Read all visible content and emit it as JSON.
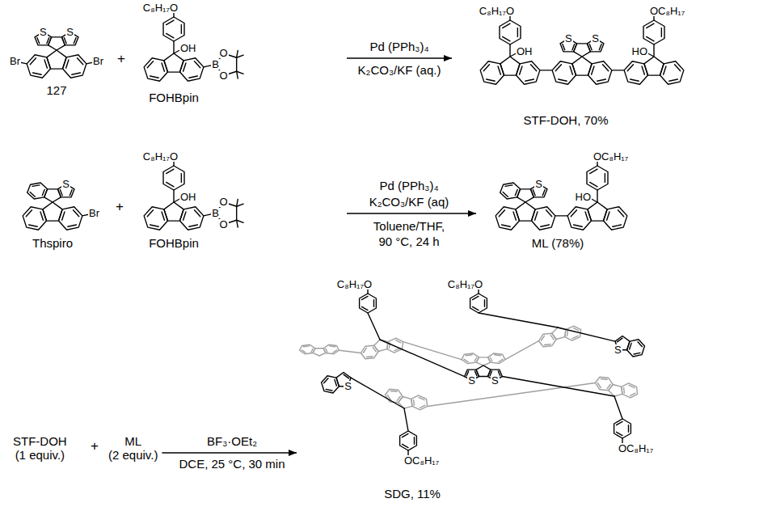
{
  "diagram": {
    "nodes": [
      {
        "text": [
          "127"
        ]
      },
      {
        "text": [
          "FOHBpin"
        ]
      },
      {
        "text": [
          "STF-DOH, 70%"
        ]
      },
      {
        "text": [
          "Thspiro"
        ]
      },
      {
        "text": [
          "FOHBpin"
        ]
      },
      {
        "text": [
          "ML (78%)"
        ]
      },
      {
        "text": [
          "STF-DOH",
          "(1 equiv.)"
        ]
      },
      {
        "text": [
          "ML",
          "(2 equiv.)"
        ]
      },
      {
        "text": [
          "SDG, 11%"
        ]
      }
    ],
    "edges": [
      {
        "from": 1,
        "to": 2,
        "arrow": "to"
      },
      {
        "from": 4,
        "to": 5,
        "arrow": "to"
      },
      {
        "from": 7,
        "to": 8,
        "arrow": "to"
      }
    ],
    "labels": [
      "Br",
      "S",
      "S",
      "Br",
      "+",
      "C₈H₁₇O",
      "OH",
      "B",
      "O",
      "O",
      "Pd (PPh₃)₄",
      "K₂CO₃/KF (aq.)",
      "C₈H₁₇O",
      "OH",
      "S",
      "S",
      "HO",
      "OC₈H₁₇",
      "S",
      "Br",
      "+",
      "C₈H₁₇O",
      "OH",
      "B",
      "O",
      "O",
      "Pd (PPh₃)₄",
      "K₂CO₃/KF (aq)",
      "Toluene/THF,",
      "90 °C, 24 h",
      "S",
      "HO",
      "OC₈H₁₇",
      "+",
      "BF₃·OEt₂",
      "DCE, 25 °C, 30 min",
      "C₈H₁₇O",
      "C₈H₁₇O",
      "S",
      "S",
      "S",
      "S",
      "OC₈H₁₇",
      "OC₈H₁₇"
    ]
  }
}
